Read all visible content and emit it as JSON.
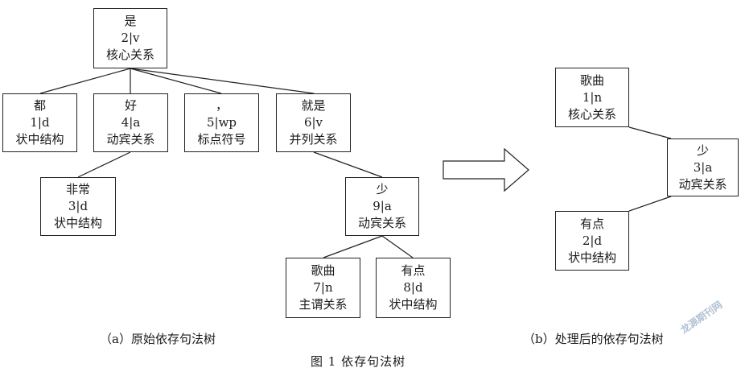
{
  "tree_a": {
    "root": {
      "word": "是",
      "tag": "2|v",
      "rel": "核心关系"
    },
    "n_dou": {
      "word": "都",
      "tag": "1|d",
      "rel": "状中结构"
    },
    "n_hao": {
      "word": "好",
      "tag": "4|a",
      "rel": "动宾关系"
    },
    "n_comma": {
      "word": "，",
      "tag": "5|wp",
      "rel": "标点符号"
    },
    "n_jiushi": {
      "word": "就是",
      "tag": "6|v",
      "rel": "并列关系"
    },
    "n_feichang": {
      "word": "非常",
      "tag": "3|d",
      "rel": "状中结构"
    },
    "n_shao": {
      "word": "少",
      "tag": "9|a",
      "rel": "动宾关系"
    },
    "n_gequ": {
      "word": "歌曲",
      "tag": "7|n",
      "rel": "主谓关系"
    },
    "n_youdian": {
      "word": "有点",
      "tag": "8|d",
      "rel": "状中结构"
    }
  },
  "tree_b": {
    "n_gequ": {
      "word": "歌曲",
      "tag": "1|n",
      "rel": "核心关系"
    },
    "n_shao": {
      "word": "少",
      "tag": "3|a",
      "rel": "动宾关系"
    },
    "n_youdian": {
      "word": "有点",
      "tag": "2|d",
      "rel": "状中结构"
    }
  },
  "captions": {
    "a": "（a）原始依存句法树",
    "b": "（b）处理后的依存句法树",
    "figure": "图 1   依存句法树"
  },
  "watermark": "龙源期刊网",
  "colors": {
    "line": "#222222",
    "watermark": "#9eb3c9"
  }
}
